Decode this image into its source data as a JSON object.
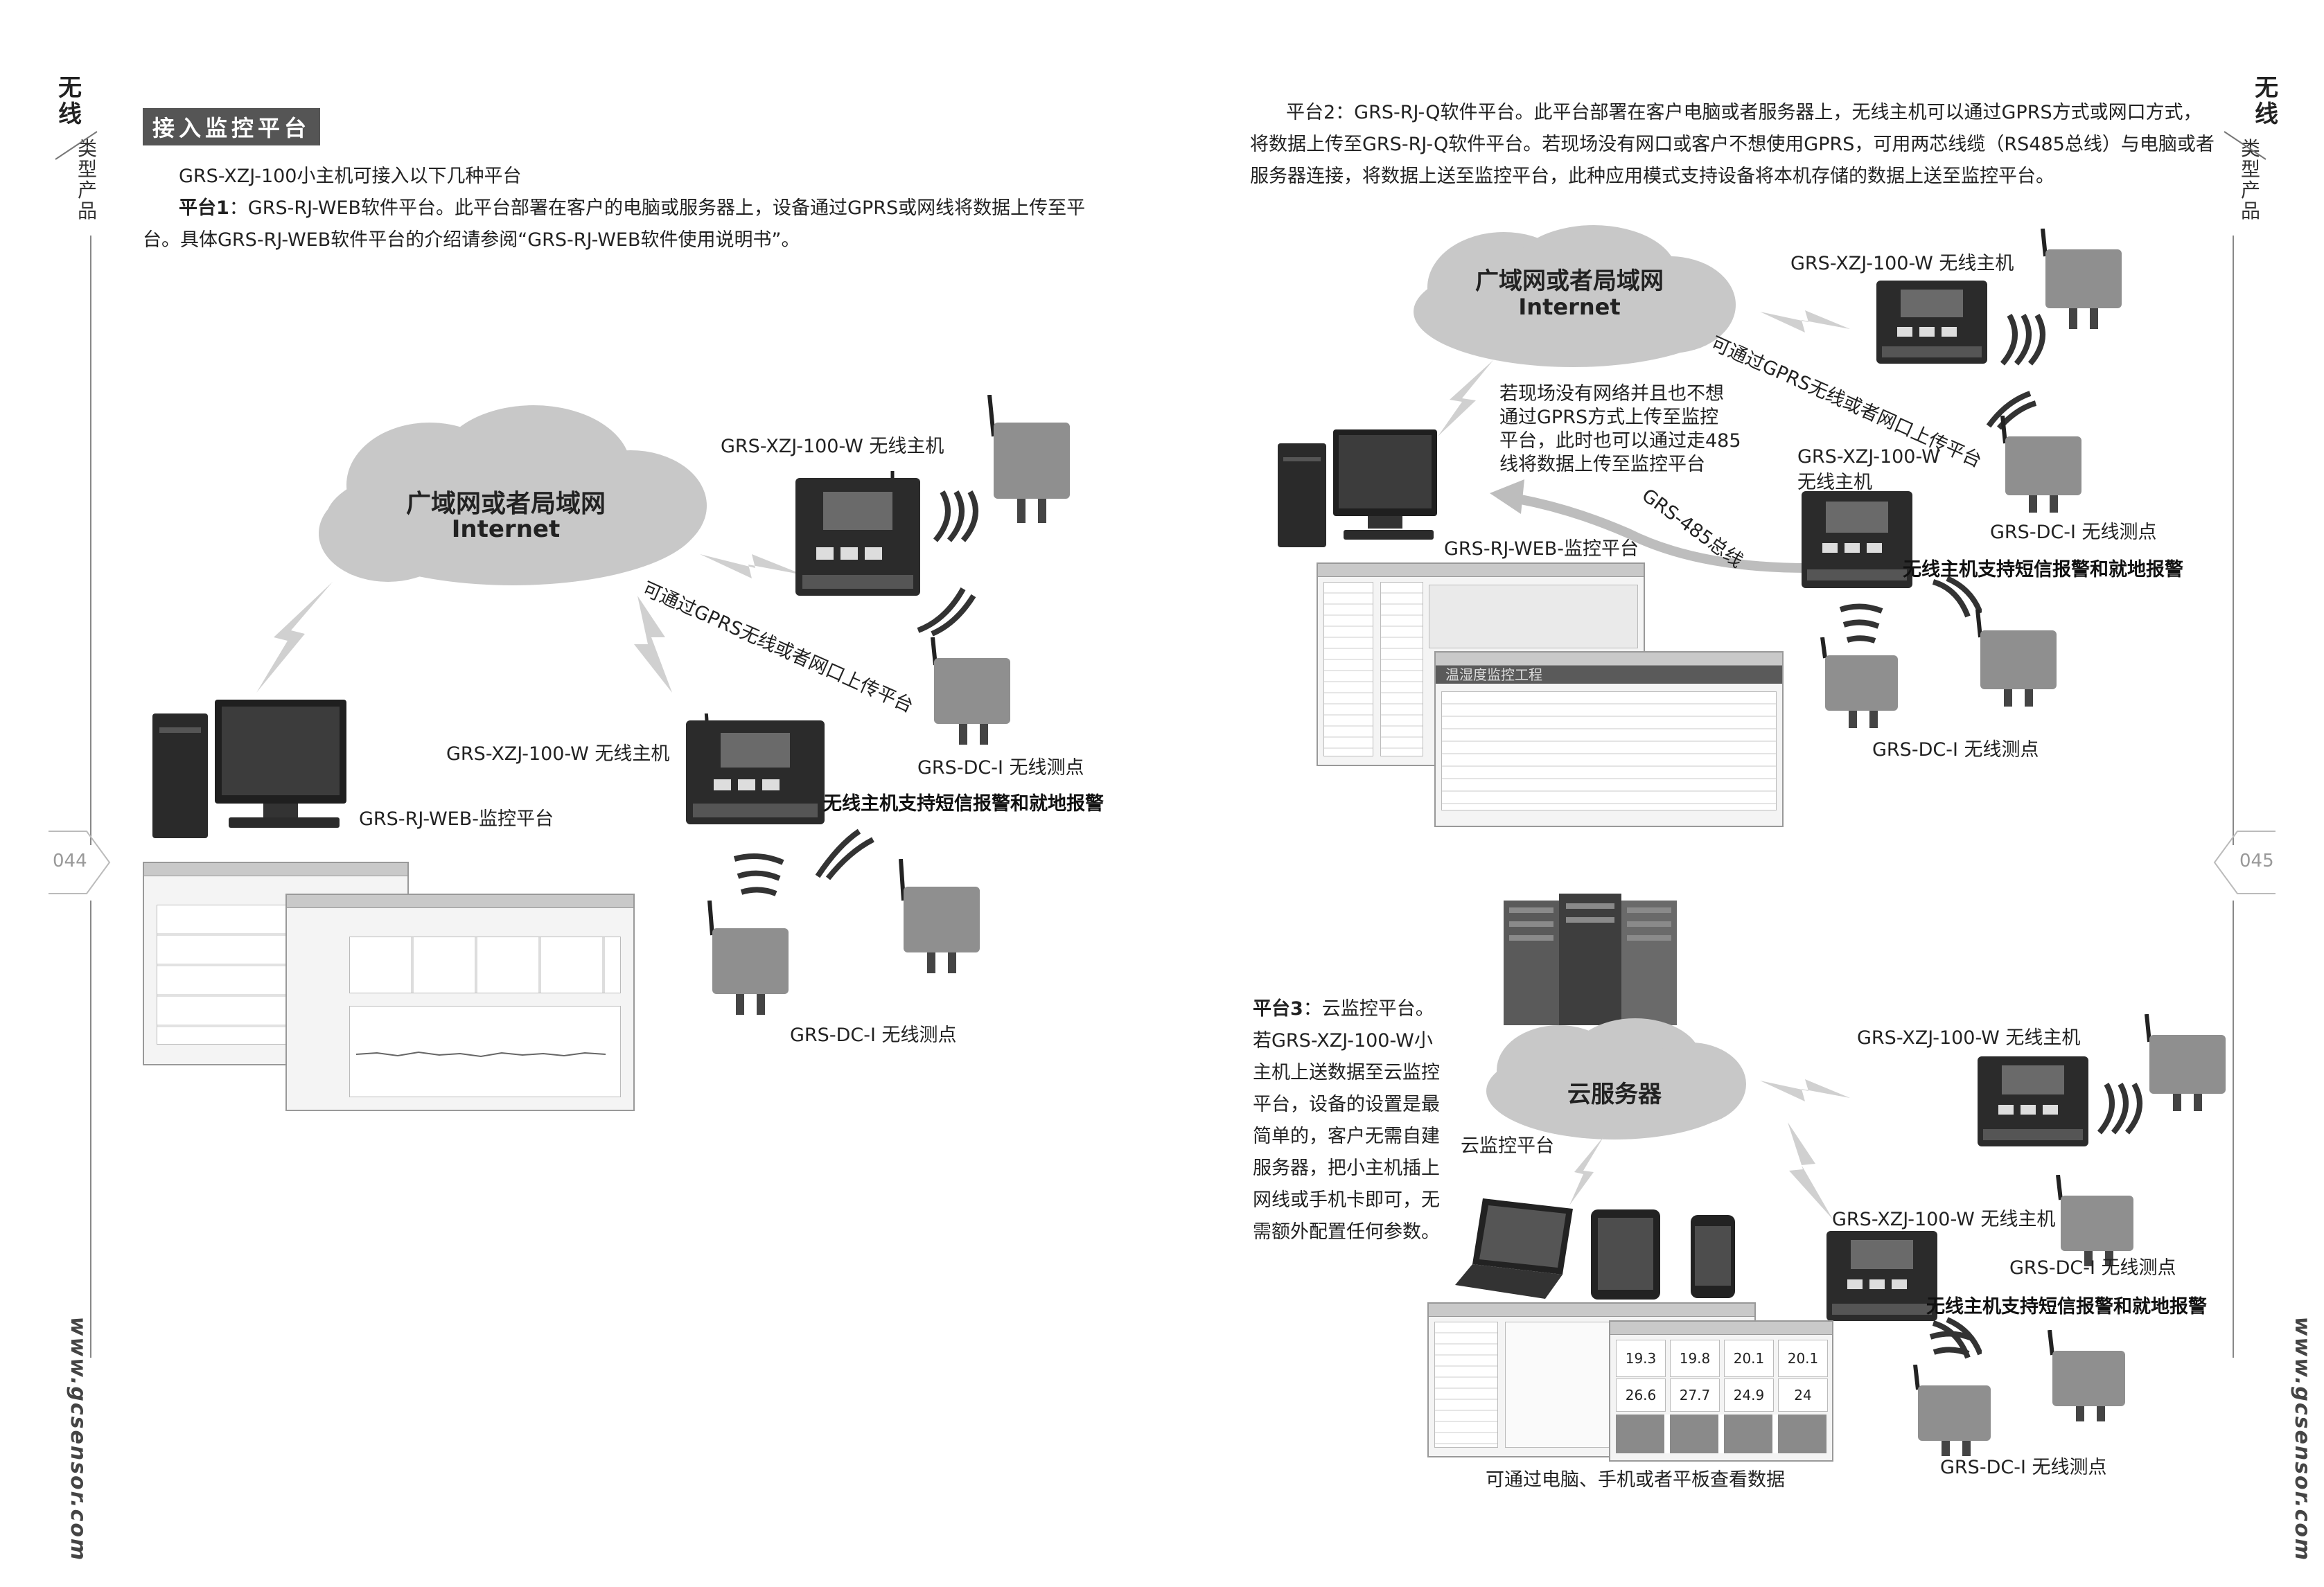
{
  "left_page": {
    "side_title": "无线",
    "side_subtitle": "类型产品",
    "page_number": "044",
    "url": "www.gcsensor.com",
    "heading": "接入监控平台",
    "intro": "GRS-XZJ-100小主机可接入以下几种平台",
    "platform1_label": "平台1",
    "platform1_text_a": "：GRS-RJ-WEB软件平台。此平台部署在客户的电脑或服务器上，设备通过GPRS或网线将数据上传至平",
    "platform1_text_b": "台。具体GRS-RJ-WEB软件平台的介绍请参阅“GRS-RJ-WEB软件使用说明书”。",
    "cloud_cn": "广域网或者局域网",
    "cloud_en": "Internet",
    "host_label_top": "GRS-XZJ-100-W 无线主机",
    "host_label_bottom": "GRS-XZJ-100-W 无线主机",
    "upload_label": "可通过GPRS无线或者网口上传平台",
    "sensor_label_1": "GRS-DC-I 无线测点",
    "sensor_label_2": "GRS-DC-I 无线测点",
    "alarm_label": "无线主机支持短信报警和就地报警",
    "pc_label": "GRS-RJ-WEB-监控平台"
  },
  "right_page": {
    "side_title": "无线",
    "side_subtitle": "类型产品",
    "page_number": "045",
    "url": "www.gcsensor.com",
    "platform2_text_a": "平台2：GRS-RJ-Q软件平台。此平台部署在客户电脑或者服务器上，无线主机可以通过GPRS方式或网口方式，",
    "platform2_text_b": "将数据上传至GRS-RJ-Q软件平台。若现场没有网口或客户不想使用GPRS，可用两芯线缆（RS485总线）与电脑或者",
    "platform2_text_c": "服务器连接，将数据上送至监控平台，此种应用模式支持设备将本机存储的数据上送至监控平台。",
    "cloud_cn": "广域网或者局域网",
    "cloud_en": "Internet",
    "host_label_1": "GRS-XZJ-100-W 无线主机",
    "upload_label": "可通过GPRS无线或者网口上传平台",
    "note_1": "若现场没有网络并且也不想",
    "note_2": "通过GPRS方式上传至监控",
    "note_3": "平台，此时也可以通过走485",
    "note_4": "线将数据上传至监控平台",
    "host_label_2a": "GRS-XZJ-100-W",
    "host_label_2b": "无线主机",
    "bus_label": "GRS-485总线",
    "sensor_label_1": "GRS-DC-I 无线测点",
    "pc_label": "GRS-RJ-WEB-监控平台",
    "alarm_label": "无线主机支持短信报警和就地报警",
    "sensor_label_2": "GRS-DC-I 无线测点",
    "screen_title": "温湿度监控工程",
    "platform3_label": "平台3",
    "platform3_lines": [
      "：云监控平台。",
      "若GRS-XZJ-100-W小",
      "主机上送数据至云监控",
      "平台，设备的设置是最",
      "简单的，客户无需自建",
      "服务器，把小主机插上",
      "网线或手机卡即可，无",
      "需额外配置任何参数。"
    ],
    "cloud_server": "云服务器",
    "cloud_platform_label": "云监控平台",
    "host_label_3": "GRS-XZJ-100-W 无线主机",
    "host_label_4": "GRS-XZJ-100-W 无线主机",
    "sensor_label_3": "GRS-DC-I 无线测点",
    "alarm_label_2": "无线主机支持短信报警和就地报警",
    "sensor_label_4": "GRS-DC-I 无线测点",
    "view_label": "可通过电脑、手机或者平板查看数据",
    "cloud_values": [
      "19.3",
      "19.8",
      "20.1",
      "20.1",
      "26.6",
      "27.7",
      "24.9",
      "24"
    ]
  }
}
